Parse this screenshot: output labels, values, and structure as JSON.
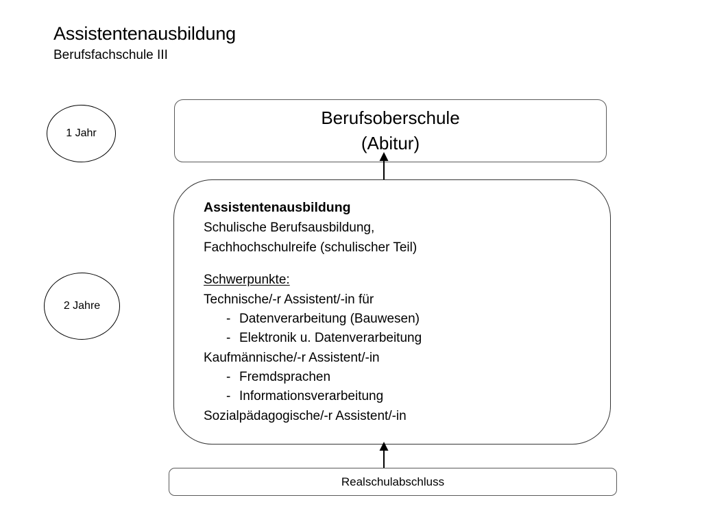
{
  "title": {
    "main": "Assistentenausbildung",
    "subtitle": "Berufsfachschule III"
  },
  "durations": [
    {
      "id": "one-year",
      "label": "1 Jahr"
    },
    {
      "id": "two-years",
      "label": "2 Jahre"
    }
  ],
  "boxes": {
    "berufsoberschule": {
      "line1": "Berufsoberschule",
      "line2": "(Abitur)"
    },
    "assistentenausbildung": {
      "heading": "Assistentenausbildung",
      "description": [
        "Schulische Berufsausbildung,",
        "Fachhochschulreife (schulischer Teil)"
      ],
      "focus_heading": "Schwerpunkte:",
      "groups": [
        {
          "title": "Technische/-r Assistent/-in für",
          "items": [
            "Datenverarbeitung (Bauwesen)",
            "Elektronik u. Datenverarbeitung"
          ]
        },
        {
          "title": "Kaufmännische/-r Assistent/-in",
          "items": [
            "Fremdsprachen",
            "Informationsverarbeitung"
          ]
        },
        {
          "title": "Sozialpädagogische/-r Assistent/-in",
          "items": []
        }
      ],
      "bullet_dash": "-"
    },
    "realschulabschluss": {
      "label": "Realschulabschluss"
    }
  },
  "arrows": [
    {
      "id": "arrow-lower",
      "from": "realschulabschluss",
      "to": "assistentenausbildung",
      "direction": "up"
    },
    {
      "id": "arrow-upper",
      "from": "assistentenausbildung",
      "to": "berufsoberschule",
      "direction": "up"
    }
  ],
  "colors": {
    "stroke_box": "#595959",
    "stroke_main_box": "#333333",
    "stroke_circle": "#000000",
    "text": "#000000",
    "background": "#ffffff"
  }
}
